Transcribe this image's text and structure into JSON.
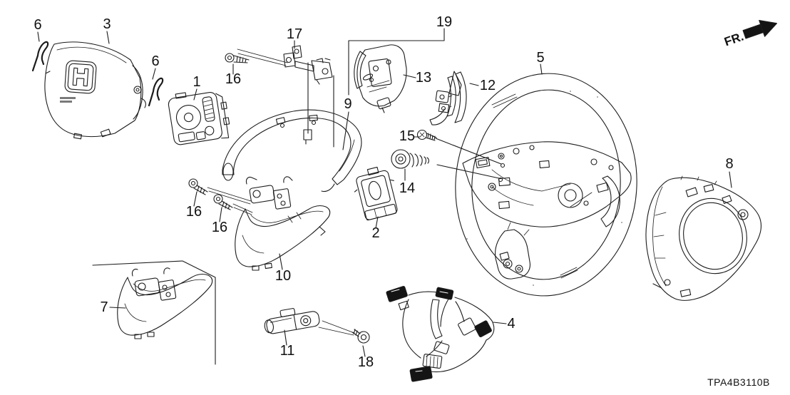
{
  "figure": {
    "code": "TPA4B3110B",
    "fr_label": "FR.",
    "callouts": [
      {
        "text": "6"
      },
      {
        "text": "3"
      },
      {
        "text": "6"
      },
      {
        "text": "1"
      },
      {
        "text": "16"
      },
      {
        "text": "17"
      },
      {
        "text": "19"
      },
      {
        "text": "13"
      },
      {
        "text": "12"
      },
      {
        "text": "5"
      },
      {
        "text": "9"
      },
      {
        "text": "15"
      },
      {
        "text": "14"
      },
      {
        "text": "2"
      },
      {
        "text": "16"
      },
      {
        "text": "16"
      },
      {
        "text": "10"
      },
      {
        "text": "7"
      },
      {
        "text": "11"
      },
      {
        "text": "18"
      },
      {
        "text": "4"
      },
      {
        "text": "8"
      }
    ]
  }
}
